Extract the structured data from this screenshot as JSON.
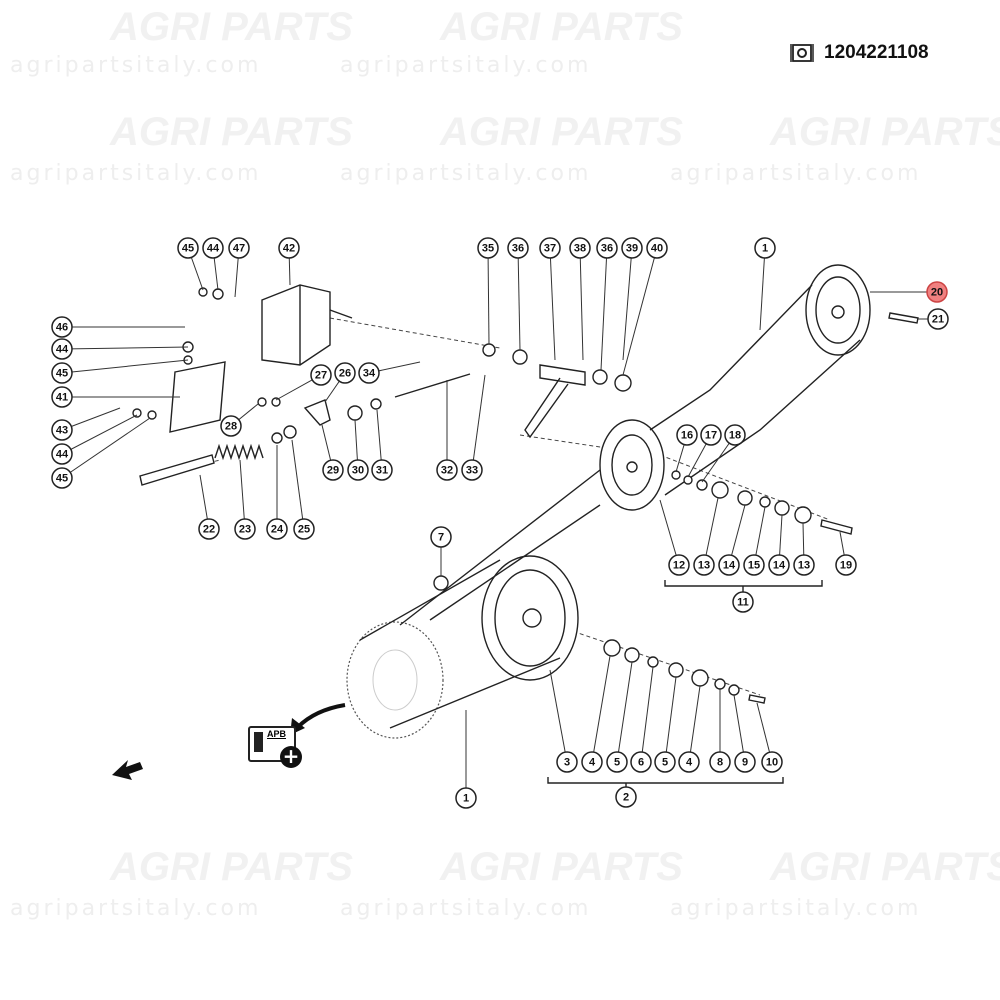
{
  "watermark": {
    "brand": "AGRI PARTS",
    "url": "agripartsitaly.com"
  },
  "header": {
    "part_code": "1204221108",
    "code_icon": "gear-document-icon"
  },
  "apb_badge": {
    "label": "APB",
    "icon": "plus-circle-icon"
  },
  "highlight_color": "#f08080",
  "callouts": [
    "45",
    "44",
    "47",
    "42",
    "35",
    "36",
    "37",
    "38",
    "36",
    "39",
    "40",
    "1",
    "20",
    "21",
    "46",
    "44",
    "45",
    "41",
    "43",
    "44",
    "45",
    "27",
    "26",
    "34",
    "28",
    "29",
    "30",
    "31",
    "32",
    "33",
    "16",
    "17",
    "18",
    "22",
    "23",
    "24",
    "25",
    "12",
    "13",
    "14",
    "15",
    "14",
    "13",
    "19",
    "11",
    "7",
    "3",
    "4",
    "5",
    "6",
    "5",
    "4",
    "8",
    "9",
    "10",
    "2",
    "1"
  ],
  "highlighted_callout": "20"
}
